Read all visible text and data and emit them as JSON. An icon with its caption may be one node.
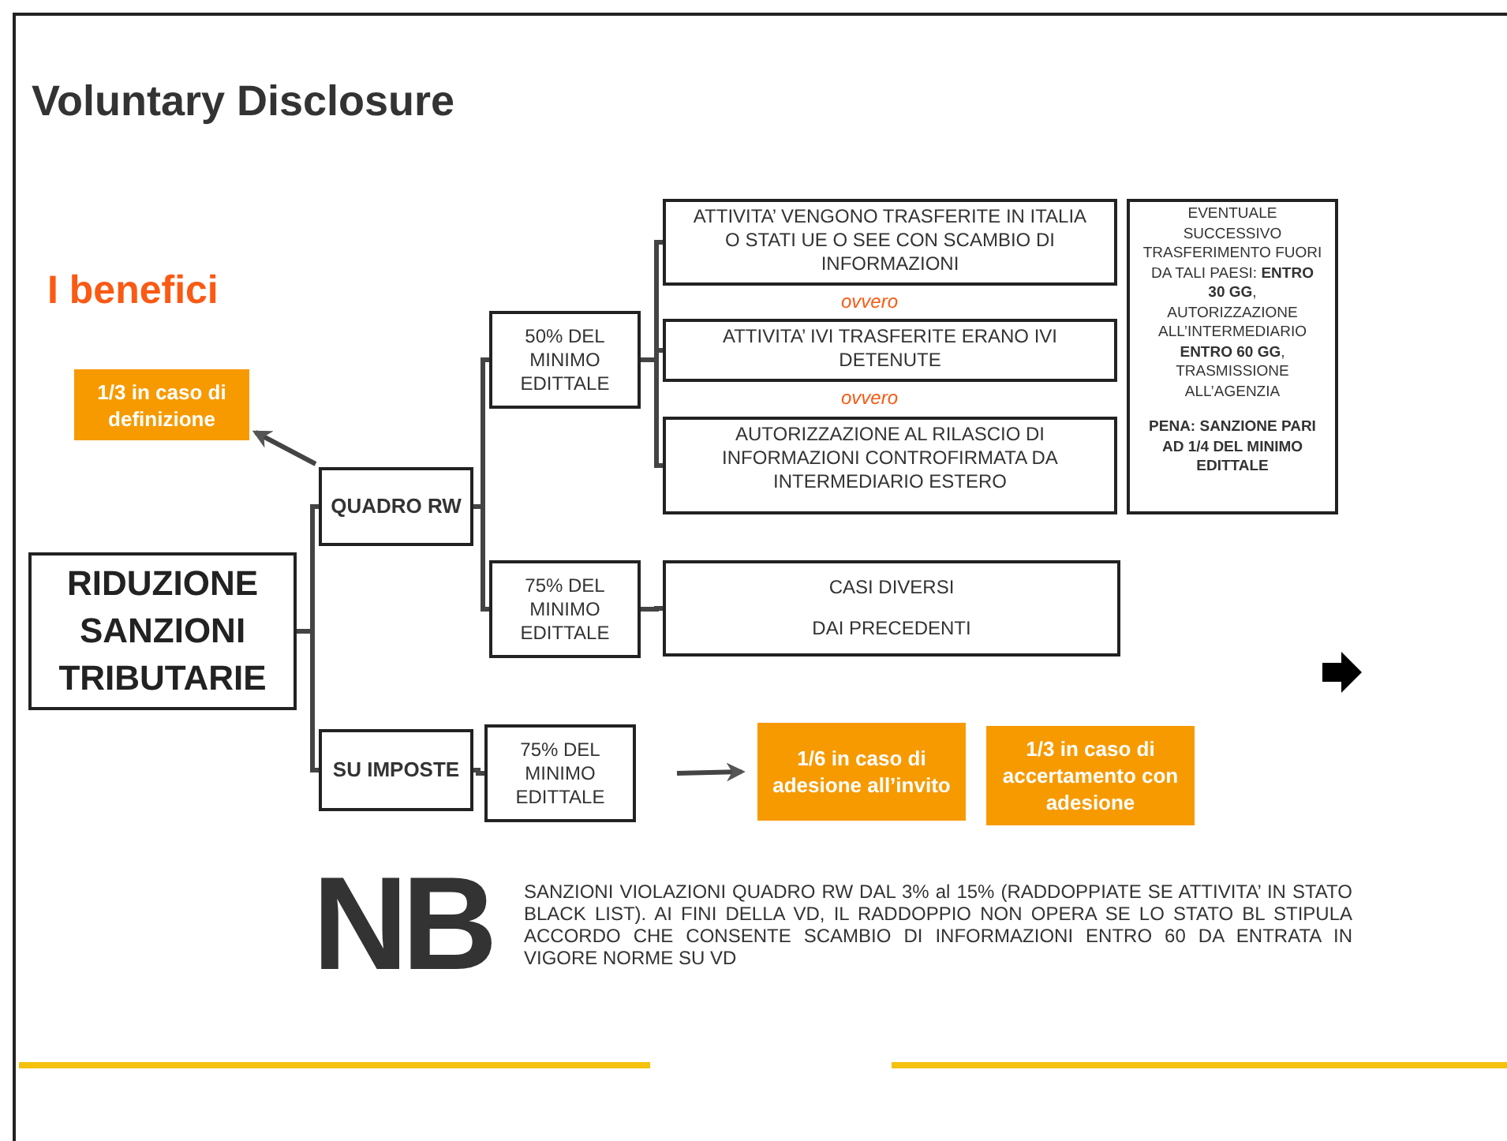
{
  "diagram": {
    "title": "Voluntary Disclosure",
    "nodes": [
      {
        "text": [
          "RIDUZIONE SANZIONI TRIBUTARIE"
        ]
      },
      {
        "text": [
          "QUADRO RW"
        ]
      },
      {
        "text": [
          "SU IMPOSTE"
        ]
      },
      {
        "text": [
          "50% DEL MINIMO EDITTALE"
        ]
      },
      {
        "text": [
          "75% DEL MINIMO EDITTALE"
        ]
      },
      {
        "text": [
          "75% DEL MINIMO EDITTALE"
        ]
      },
      {
        "text": [
          "ATTIVITA’ VENGONO TRASFERITE IN ITALIA O STATI UE O SEE CON SCAMBIO DI INFORMAZIONI"
        ]
      },
      {
        "text": [
          "ATTIVITA’ IVI TRASFERITE ERANO IVI DETENUTE"
        ]
      },
      {
        "text": [
          "AUTORIZZAZIONE AL RILASCIO DI INFORMAZIONI CONTROFIRMATA DA INTERMEDIARIO ESTERO"
        ]
      },
      {
        "text": [
          "EVENTUALE SUCCESSIVO TRASFERIMENTO FUORI DA TALI PAESI: **ENTRO 30 GG**, AUTORIZZAZIONE ALL’INTERMEDIARIO **ENTRO 60 GG**, TRASMISSIONE ALL’AGENZIA",
          "PENA: SANZIONE PARI AD 1/4 DEL MINIMO EDITTALE"
        ]
      },
      {
        "text": [
          "CASI DIVERSI",
          "DAI PRECEDENTI"
        ]
      },
      {
        "text": [
          "1/3 in caso di definizione"
        ]
      },
      {
        "text": [
          "1/6 in caso di adesione all’invito"
        ]
      },
      {
        "text": [
          "1/3 in caso di accertamento con adesione"
        ]
      }
    ],
    "edges": [
      {
        "from": 0,
        "to": 1,
        "arrow": "none"
      },
      {
        "from": 0,
        "to": 2,
        "arrow": "none"
      },
      {
        "from": 1,
        "to": 3,
        "arrow": "none"
      },
      {
        "from": 1,
        "to": 4,
        "arrow": "none"
      },
      {
        "from": 3,
        "to": 6,
        "arrow": "none"
      },
      {
        "from": 3,
        "to": 7,
        "arrow": "none"
      },
      {
        "from": 3,
        "to": 8,
        "arrow": "none"
      },
      {
        "from": 4,
        "to": 10,
        "arrow": "none"
      },
      {
        "from": 2,
        "to": 5,
        "arrow": "none"
      },
      {
        "from": 1,
        "to": 11,
        "arrow": "to"
      },
      {
        "from": 5,
        "to": 12,
        "arrow": "to"
      }
    ],
    "labels": [
      "I benefici",
      "ovvero",
      "ovvero",
      "NB",
      "SANZIONI VIOLAZIONI QUADRO RW DAL 3% al 15% (RADDOPPIATE SE ATTIVITA’ IN STATO BLACK LIST). AI FINI DELLA VD, IL RADDOPPIO NON OPERA SE LO STATO BL STIPULA ACCORDO CHE CONSENTE SCAMBIO DI INFORMAZIONI ENTRO 60 DA ENTRATA IN VIGORE NORME SU VD"
    ]
  }
}
